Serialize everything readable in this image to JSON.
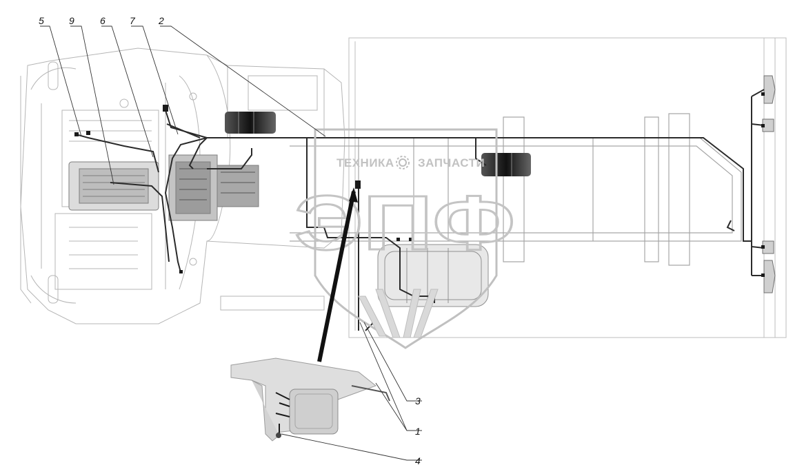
{
  "callouts": {
    "c5": "5",
    "c9": "9",
    "c6": "6",
    "c7": "7",
    "c2": "2",
    "c3": "3",
    "c1": "1",
    "c4": "4"
  },
  "watermark": {
    "left_text": "ТЕХНИКА",
    "right_text": "ЗАПЧАСТИ",
    "monogram": "ЭПФ",
    "gear_icon": "gear-icon"
  },
  "colors": {
    "line_drawing": "#9a9a9a",
    "wiring": "#2a2a2a",
    "watermark": "#c8c8c8",
    "pointer": "#111111"
  }
}
